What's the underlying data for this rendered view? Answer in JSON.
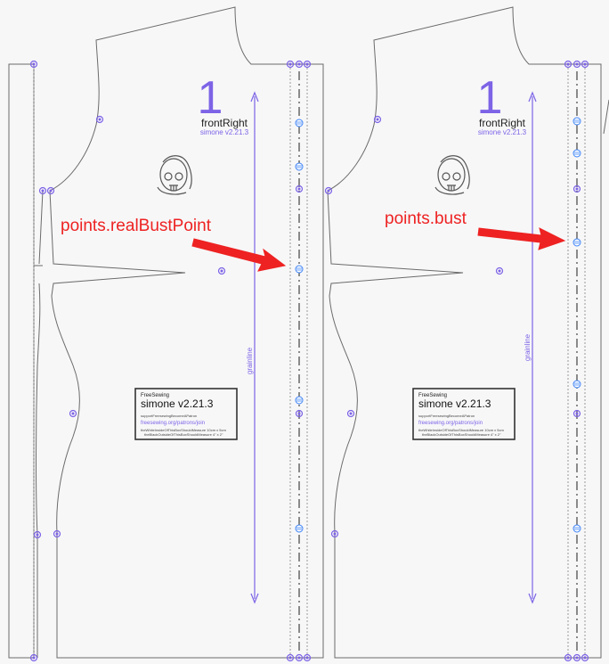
{
  "panels": [
    {
      "id": "left",
      "part_number": "1",
      "part_name": "frontRight",
      "part_version": "simone v2.21.3",
      "grainline_label": "grainline",
      "annotation": "points.realBustPoint",
      "title_block": {
        "brand": "FreeSewing",
        "design": "simone v2.21.3",
        "support": "supportFreesewingBecomeAPatron",
        "link": "freesewing.org/patrons/join",
        "measure_1": "theWhiteInsideOfThisBoxShouldMeasure 10cm x 5cm",
        "measure_2": "theBlackOutsideOfThisBoxShouldMeasure 4\" x 2\""
      }
    },
    {
      "id": "right",
      "part_number": "1",
      "part_name": "frontRight",
      "part_version": "simone v2.21.3",
      "grainline_label": "grainline",
      "annotation": "points.bust",
      "title_block": {
        "brand": "FreeSewing",
        "design": "simone v2.21.3",
        "support": "supportFreesewingBecomeAPatron",
        "link": "freesewing.org/patrons/join",
        "measure_1": "theWhiteInsideOfThisBoxShouldMeasure 10cm x 5cm",
        "measure_2": "theBlackOutsideOfThisBoxShouldMeasure 4\" x 2\""
      }
    }
  ],
  "colors": {
    "accent": "#7d63e6",
    "annotation": "#ee2222",
    "outline": "#6b6b6b",
    "button": "#3b82f6"
  }
}
